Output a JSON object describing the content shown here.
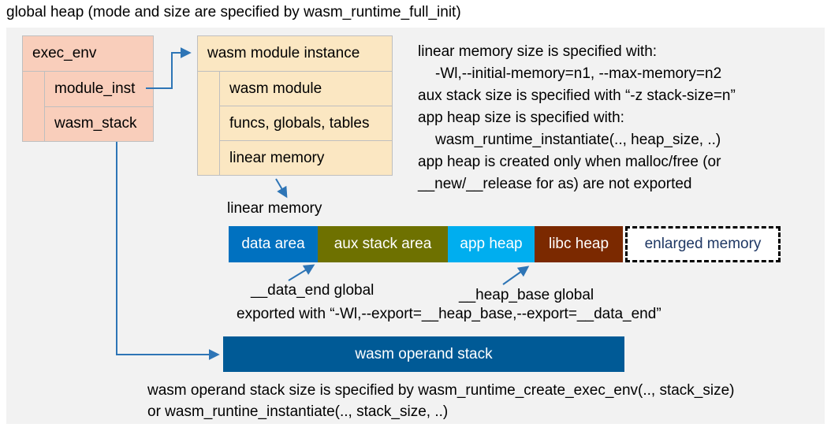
{
  "title": "global heap (mode and size are specified by wasm_runtime_full_init)",
  "exec_env_box": {
    "title": "exec_env",
    "rows": [
      {
        "label": "module_inst"
      },
      {
        "label": "wasm_stack"
      }
    ],
    "fill": "#F9CEBB"
  },
  "module_instance_box": {
    "title": "wasm module instance",
    "rows": [
      {
        "label": "wasm module"
      },
      {
        "label": "funcs, globals, tables"
      },
      {
        "label": "linear memory"
      }
    ],
    "fill": "#FBE7C2"
  },
  "notes": {
    "lines": [
      "linear memory size is specified with:",
      "-Wl,--initial-memory=n1, --max-memory=n2",
      "aux stack size is specified with “-z stack-size=n”",
      "app heap size is specified with:",
      "wasm_runtime_instantiate(.., heap_size, ..)",
      "app heap is created only when malloc/free (or",
      "__new/__release for as) are not exported"
    ]
  },
  "linear_memory": {
    "label": "linear memory",
    "segments": [
      {
        "label": "data area",
        "color": "#0071C0"
      },
      {
        "label": "aux stack area",
        "color": "#6E7100"
      },
      {
        "label": "app heap",
        "color": "#00AEEF"
      },
      {
        "label": "libc heap",
        "color": "#7B2900"
      },
      {
        "label": "enlarged memory",
        "color": "#FFFFFF",
        "text_color": "#1F3864",
        "border": "dashed"
      }
    ]
  },
  "annotations": {
    "data_end": "__data_end global",
    "heap_base": "__heap_base global",
    "exported": "exported with “-Wl,--export=__heap_base,--export=__data_end”"
  },
  "operand_stack": {
    "label": "wasm operand stack",
    "color": "#005A96"
  },
  "footer": {
    "lines": [
      "wasm operand stack size is specified by wasm_runtime_create_exec_env(.., stack_size)",
      "or wasm_runtine_instantiate(.., stack_size, ..)"
    ]
  },
  "connector_color": "#2E75B6",
  "panel_color": "#F2F2F2"
}
